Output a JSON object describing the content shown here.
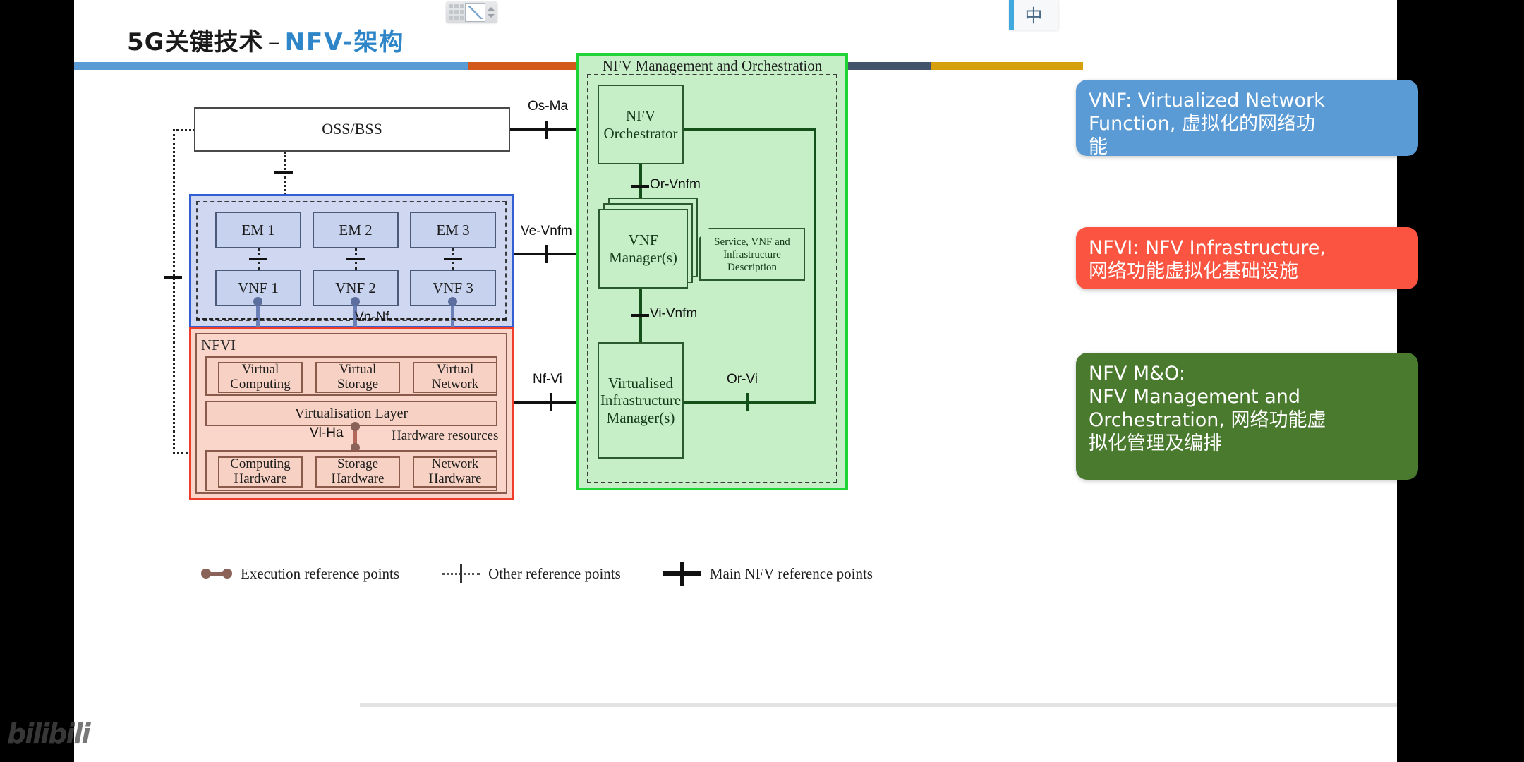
{
  "window": {
    "ime_lang_indicator": "中",
    "watermark": "bilibili"
  },
  "slide": {
    "title_cn": "5G关键技术",
    "title_dash": "–",
    "title_en": "NFV-架构",
    "accent_colors": [
      "#5b9bd5",
      "#d3591a",
      "#44546a",
      "#d6a00c"
    ]
  },
  "diagram": {
    "oss_bss": "OSS/BSS",
    "mano_title": "NFV Management and Orchestration",
    "nfvi_label": "NFVI",
    "mano": {
      "orchestrator": "NFV\nOrchestrator",
      "orchestrator_l1": "NFV",
      "orchestrator_l2": "Orchestrator",
      "vnf_manager_l1": "VNF",
      "vnf_manager_l2": "Manager(s)",
      "vim_l1": "Virtualised",
      "vim_l2": "Infrastructure",
      "vim_l3": "Manager(s)",
      "note_l1": "Service, VNF and",
      "note_l2": "Infrastructure",
      "note_l3": "Description"
    },
    "ems": [
      "EM 1",
      "EM 2",
      "EM 3"
    ],
    "vnfs": [
      "VNF 1",
      "VNF 2",
      "VNF 3"
    ],
    "nfvi": {
      "virtual_resources": [
        {
          "l1": "Virtual",
          "l2": "Computing"
        },
        {
          "l1": "Virtual",
          "l2": "Storage"
        },
        {
          "l1": "Virtual",
          "l2": "Network"
        }
      ],
      "virtualisation_layer": "Virtualisation Layer",
      "hardware_resources_label": "Hardware resources",
      "hardware": [
        {
          "l1": "Computing",
          "l2": "Hardware"
        },
        {
          "l1": "Storage",
          "l2": "Hardware"
        },
        {
          "l1": "Network",
          "l2": "Hardware"
        }
      ]
    },
    "reference_points": {
      "os_ma": "Os-Ma",
      "ve_vnfm": "Ve-Vnfm",
      "nf_vi": "Nf-Vi",
      "or_vnfm": "Or-Vnfm",
      "vi_vnfm": "Vi-Vnfm",
      "or_vi": "Or-Vi",
      "vn_nf": "Vn-Nf",
      "vl_ha": "Vl-Ha"
    },
    "legend": [
      {
        "key": "execution",
        "label": "Execution reference points"
      },
      {
        "key": "other",
        "label": "Other reference points"
      },
      {
        "key": "main",
        "label": "Main NFV reference points"
      }
    ]
  },
  "annotations": [
    {
      "id": "vnf",
      "color": "#5b9bd5",
      "line1": "VNF: Virtualized Network",
      "line2": "Function, 虚拟化的网络功",
      "line3": "能"
    },
    {
      "id": "nfvi",
      "color": "#fb5440",
      "line1": "NFVI: NFV Infrastructure,",
      "line2": "网络功能虚拟化基础设施",
      "line3": ""
    },
    {
      "id": "mano",
      "color": "#4a7a2e",
      "line1": "NFV M&O:",
      "line2": "NFV Management and",
      "line3": "Orchestration, 网络功能虚",
      "line4": "拟化管理及编排"
    }
  ]
}
